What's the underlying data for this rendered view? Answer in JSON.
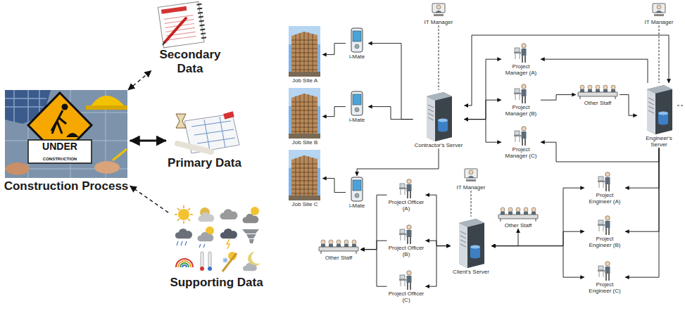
{
  "diagram": {
    "nodes": [
      {
        "text": [
          "Construction Process"
        ]
      },
      {
        "text": [
          "Secondary Data"
        ]
      },
      {
        "text": [
          "Primary Data"
        ]
      },
      {
        "text": [
          "Supporting Data"
        ]
      },
      {
        "text": [
          "Job Site A"
        ]
      },
      {
        "text": [
          "Job Site B"
        ]
      },
      {
        "text": [
          "Job Site C"
        ]
      },
      {
        "text": [
          "i-Mate"
        ]
      },
      {
        "text": [
          "i-Mate"
        ]
      },
      {
        "text": [
          "i-Mate"
        ]
      },
      {
        "text": [
          "IT Manager"
        ]
      },
      {
        "text": [
          "Contractor's Server"
        ]
      },
      {
        "text": [
          "Project Manager (A)"
        ]
      },
      {
        "text": [
          "Project Manager (B)"
        ]
      },
      {
        "text": [
          "Project Manager (C)"
        ]
      },
      {
        "text": [
          "Other Staff"
        ]
      },
      {
        "text": [
          "Engineer's Server"
        ]
      },
      {
        "text": [
          "IT Manager"
        ]
      },
      {
        "text": [
          "Project Engineer (A)"
        ]
      },
      {
        "text": [
          "Project Engineer (B)"
        ]
      },
      {
        "text": [
          "Project Engineer (C)"
        ]
      },
      {
        "text": [
          "Other Staff"
        ]
      },
      {
        "text": [
          "Client's Server"
        ]
      },
      {
        "text": [
          "IT Manager"
        ]
      },
      {
        "text": [
          "Project Officer (A)"
        ]
      },
      {
        "text": [
          "Project Officer (B)"
        ]
      },
      {
        "text": [
          "Project Officer (C)"
        ]
      },
      {
        "text": [
          "Other Staff"
        ]
      }
    ],
    "edges": [
      {
        "from": 0,
        "to": 1,
        "arrow": "both"
      },
      {
        "from": 0,
        "to": 2,
        "arrow": "both"
      },
      {
        "from": 3,
        "to": 0,
        "arrow": "to"
      },
      {
        "from": 7,
        "to": 4,
        "arrow": "to"
      },
      {
        "from": 8,
        "to": 5,
        "arrow": "to"
      },
      {
        "from": 9,
        "to": 6,
        "arrow": "to"
      },
      {
        "from": 11,
        "to": 7,
        "arrow": "to"
      },
      {
        "from": 11,
        "to": 8,
        "arrow": "to"
      },
      {
        "from": 11,
        "to": 9,
        "arrow": "to"
      },
      {
        "from": 10,
        "to": 11,
        "arrow": "none"
      },
      {
        "from": 11,
        "to": 12,
        "arrow": "both"
      },
      {
        "from": 11,
        "to": 13,
        "arrow": "both"
      },
      {
        "from": 11,
        "to": 14,
        "arrow": "both"
      },
      {
        "from": 13,
        "to": 15,
        "arrow": "to"
      },
      {
        "from": 15,
        "to": 16,
        "arrow": "to"
      },
      {
        "from": 16,
        "to": 12,
        "arrow": "to"
      },
      {
        "from": 16,
        "to": 14,
        "arrow": "to"
      },
      {
        "from": 17,
        "to": 16,
        "arrow": "none"
      },
      {
        "from": 16,
        "to": 18,
        "arrow": "to"
      },
      {
        "from": 16,
        "to": 19,
        "arrow": "to"
      },
      {
        "from": 16,
        "to": 20,
        "arrow": "to"
      },
      {
        "from": 22,
        "to": 21,
        "arrow": "to"
      },
      {
        "from": 22,
        "to": 18,
        "arrow": "both"
      },
      {
        "from": 22,
        "to": 19,
        "arrow": "both"
      },
      {
        "from": 22,
        "to": 20,
        "arrow": "both"
      },
      {
        "from": 23,
        "to": 22,
        "arrow": "none"
      },
      {
        "from": 22,
        "to": 24,
        "arrow": "both"
      },
      {
        "from": 22,
        "to": 25,
        "arrow": "both"
      },
      {
        "from": 22,
        "to": 26,
        "arrow": "both"
      },
      {
        "from": 24,
        "to": 27,
        "arrow": "to"
      },
      {
        "from": 25,
        "to": 27,
        "arrow": "to"
      },
      {
        "from": 26,
        "to": 27,
        "arrow": "to"
      },
      {
        "from": 11,
        "to": 16,
        "arrow": "both"
      }
    ],
    "labels": [
      "UNDER",
      "CONSTRUCTION"
    ]
  }
}
